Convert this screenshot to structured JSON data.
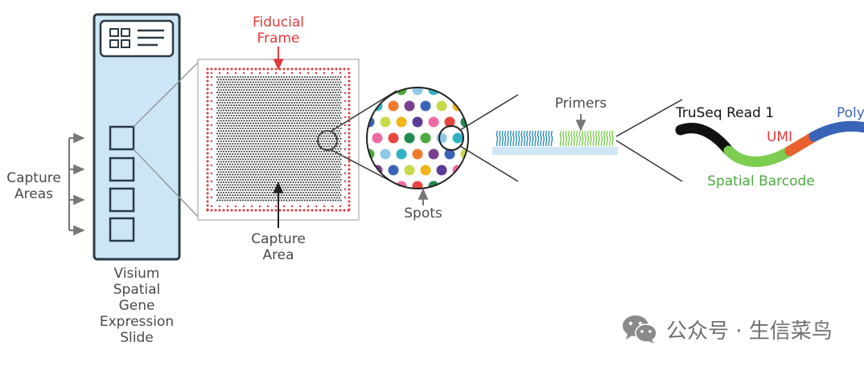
{
  "labels": {
    "fiducial_line1": "Fiducial",
    "fiducial_line2": "Frame",
    "capture_areas_line1": "Capture",
    "capture_areas_line2": "Areas",
    "capture_area_line1": "Capture",
    "capture_area_line2": "Area",
    "spots": "Spots",
    "primers": "Primers",
    "truseq": "TruSeq Read 1",
    "umi": "UMI",
    "poly": "Poly",
    "spatial_barcode": "Spatial Barcode",
    "slide_line1": "Visium",
    "slide_line2": "Spatial",
    "slide_line3": "Gene",
    "slide_line4": "Expression",
    "slide_line5": "Slide"
  },
  "watermark": {
    "text": "公众号 · 生信菜鸟",
    "icon": "wechat-icon"
  },
  "colors": {
    "slide_fill": "#cce6f6",
    "slide_stroke": "#2a3a46",
    "fiducial_red": "#e03a3a",
    "umi_orange": "#e8612c",
    "barcode_green": "#7ccd50",
    "poly_blue": "#3a64b8",
    "read1_black": "#111111",
    "primer_blue": "#2a8fb8",
    "primer_green": "#7ccd50",
    "substrate": "#cfe7f4"
  },
  "spot_colors": [
    "#e8463c",
    "#3a64b8",
    "#4caa3e",
    "#f2b418",
    "#2fb3c4",
    "#f06aa5",
    "#7a3f8e",
    "#1f8a4c",
    "#c8d94a",
    "#8fc8e8",
    "#5b3b98",
    "#ef7b2a"
  ]
}
